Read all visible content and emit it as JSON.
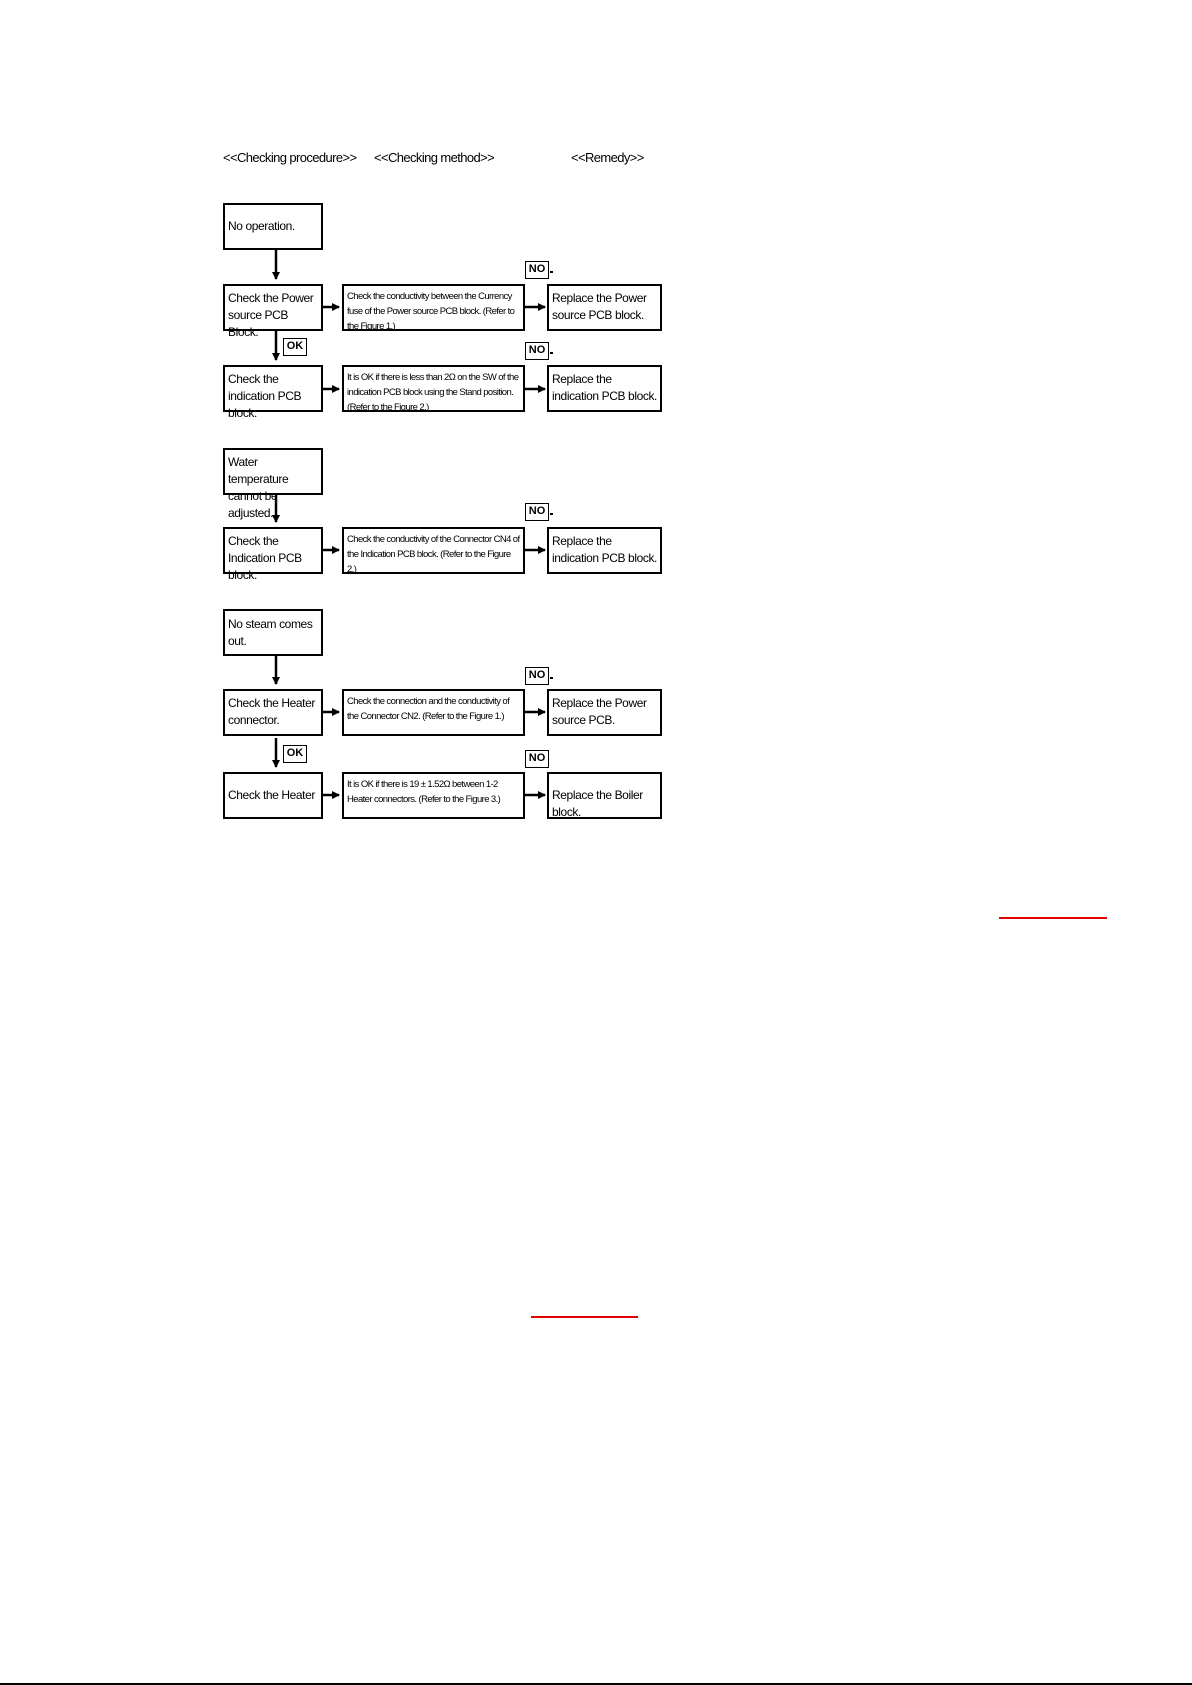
{
  "headers": {
    "procedure": "<<Checking procedure>>",
    "method": "<<Checking method>>",
    "remedy": "<<Remedy>>"
  },
  "flows": [
    {
      "start": "No operation.",
      "steps": [
        {
          "procedure": "Check the Power source PCB Block.",
          "method": "Check the conductivity between the Currency fuse of the Power source PCB block. (Refer to the Figure 1.)",
          "remedy": "Replace the Power source PCB block.",
          "no_label": "NO",
          "ok_label": "OK"
        },
        {
          "procedure": "Check the indication PCB block.",
          "method": "It is OK if there is less than 2Ω on the SW of the indication PCB block using the Stand position. (Refer to the Figure 2.)",
          "remedy": "Replace the indication PCB block.",
          "no_label": "NO"
        }
      ]
    },
    {
      "start": "Water temperature cannot be adjusted.",
      "steps": [
        {
          "procedure": "Check the Indication PCB block.",
          "method": "Check the conductivity of the Connector CN4 of the Indication PCB block. (Refer to the Figure 2.)",
          "remedy": "Replace the indication PCB block.",
          "no_label": "NO"
        }
      ]
    },
    {
      "start": "No steam comes out.",
      "steps": [
        {
          "procedure": "Check the Heater connector.",
          "method": "Check the connection and the conductivity of the Connector CN2. (Refer to the Figure 1.)",
          "remedy": "Replace the Power source PCB.",
          "no_label": "NO",
          "ok_label": "OK"
        },
        {
          "procedure": "Check the Heater",
          "method": "It is OK if there is 19 ± 1.52Ω between 1-2 Heater connectors. (Refer to the Figure 3.)",
          "remedy": "Replace the Boiler block.",
          "no_label": "NO"
        }
      ]
    }
  ],
  "colors": {
    "link_underline": "#e00000",
    "ink": "#000000"
  }
}
